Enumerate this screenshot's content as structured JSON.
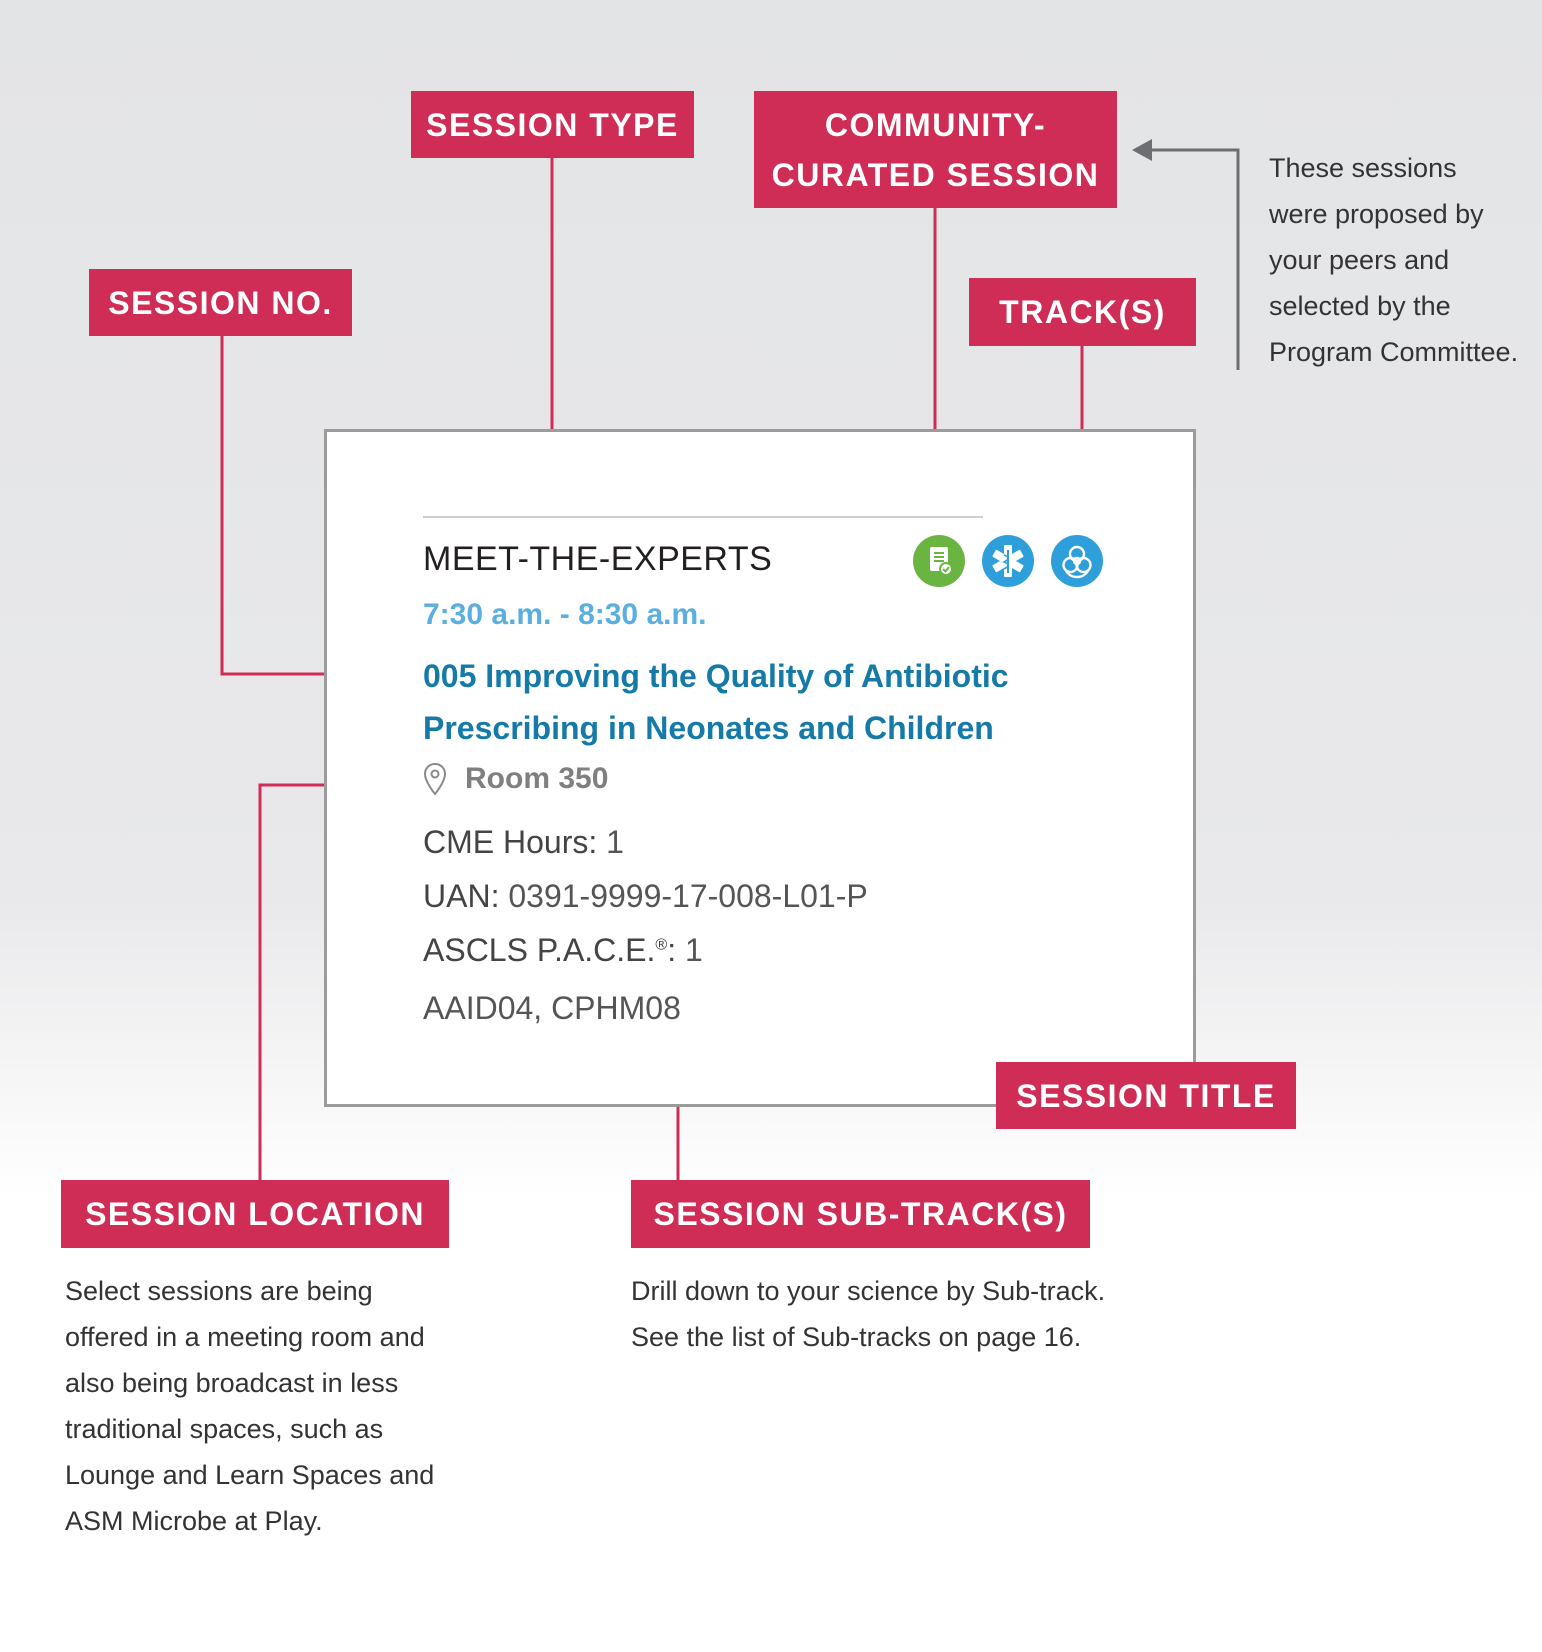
{
  "labels": {
    "session_type": "SESSION TYPE",
    "community_curated_line1": "COMMUNITY-",
    "community_curated_line2": "CURATED SESSION",
    "session_no": "SESSION NO.",
    "tracks": "TRACK(S)",
    "session_title": "SESSION TITLE",
    "session_location": "SESSION LOCATION",
    "session_subtracks": "SESSION SUB-TRACK(S)"
  },
  "card": {
    "session_type": "MEET-THE-EXPERTS",
    "time": "7:30 a.m. - 8:30 a.m.",
    "title_line1": "005 Improving the Quality of Antibiotic",
    "title_line2": "Prescribing in Neonates and Children",
    "location": "Room 350",
    "cme_label": "CME Hours:",
    "cme_value": "1",
    "uan_label": "UAN:",
    "uan_value": "0391-9999-17-008-L01-P",
    "pace_label": "ASCLS P.A.C.E.",
    "pace_mark": "®",
    "pace_colon": ":",
    "pace_value": "1",
    "subtracks": "AAID04, CPHM08"
  },
  "icons": {
    "community": "document-check-icon",
    "track1": "medical-star-icon",
    "track2": "biohazard-icon"
  },
  "notes": {
    "community": [
      "These sessions",
      "were proposed by",
      "your peers and",
      "selected by the",
      "Program Committee."
    ],
    "location": [
      "Select sessions are being",
      "offered in a meeting room and",
      "also being broadcast in less",
      "traditional spaces, such as",
      "Lounge and Learn Spaces and",
      "ASM Microbe at Play."
    ],
    "subtracks": [
      "Drill down to your science by Sub-track.",
      "See the list of Sub-tracks on page 16."
    ]
  },
  "colors": {
    "tag_bg": "#cf2d55",
    "title": "#157aa8",
    "time": "#5aaee0",
    "community_icon": "#6ab542",
    "track_icon": "#2f9fdb"
  }
}
